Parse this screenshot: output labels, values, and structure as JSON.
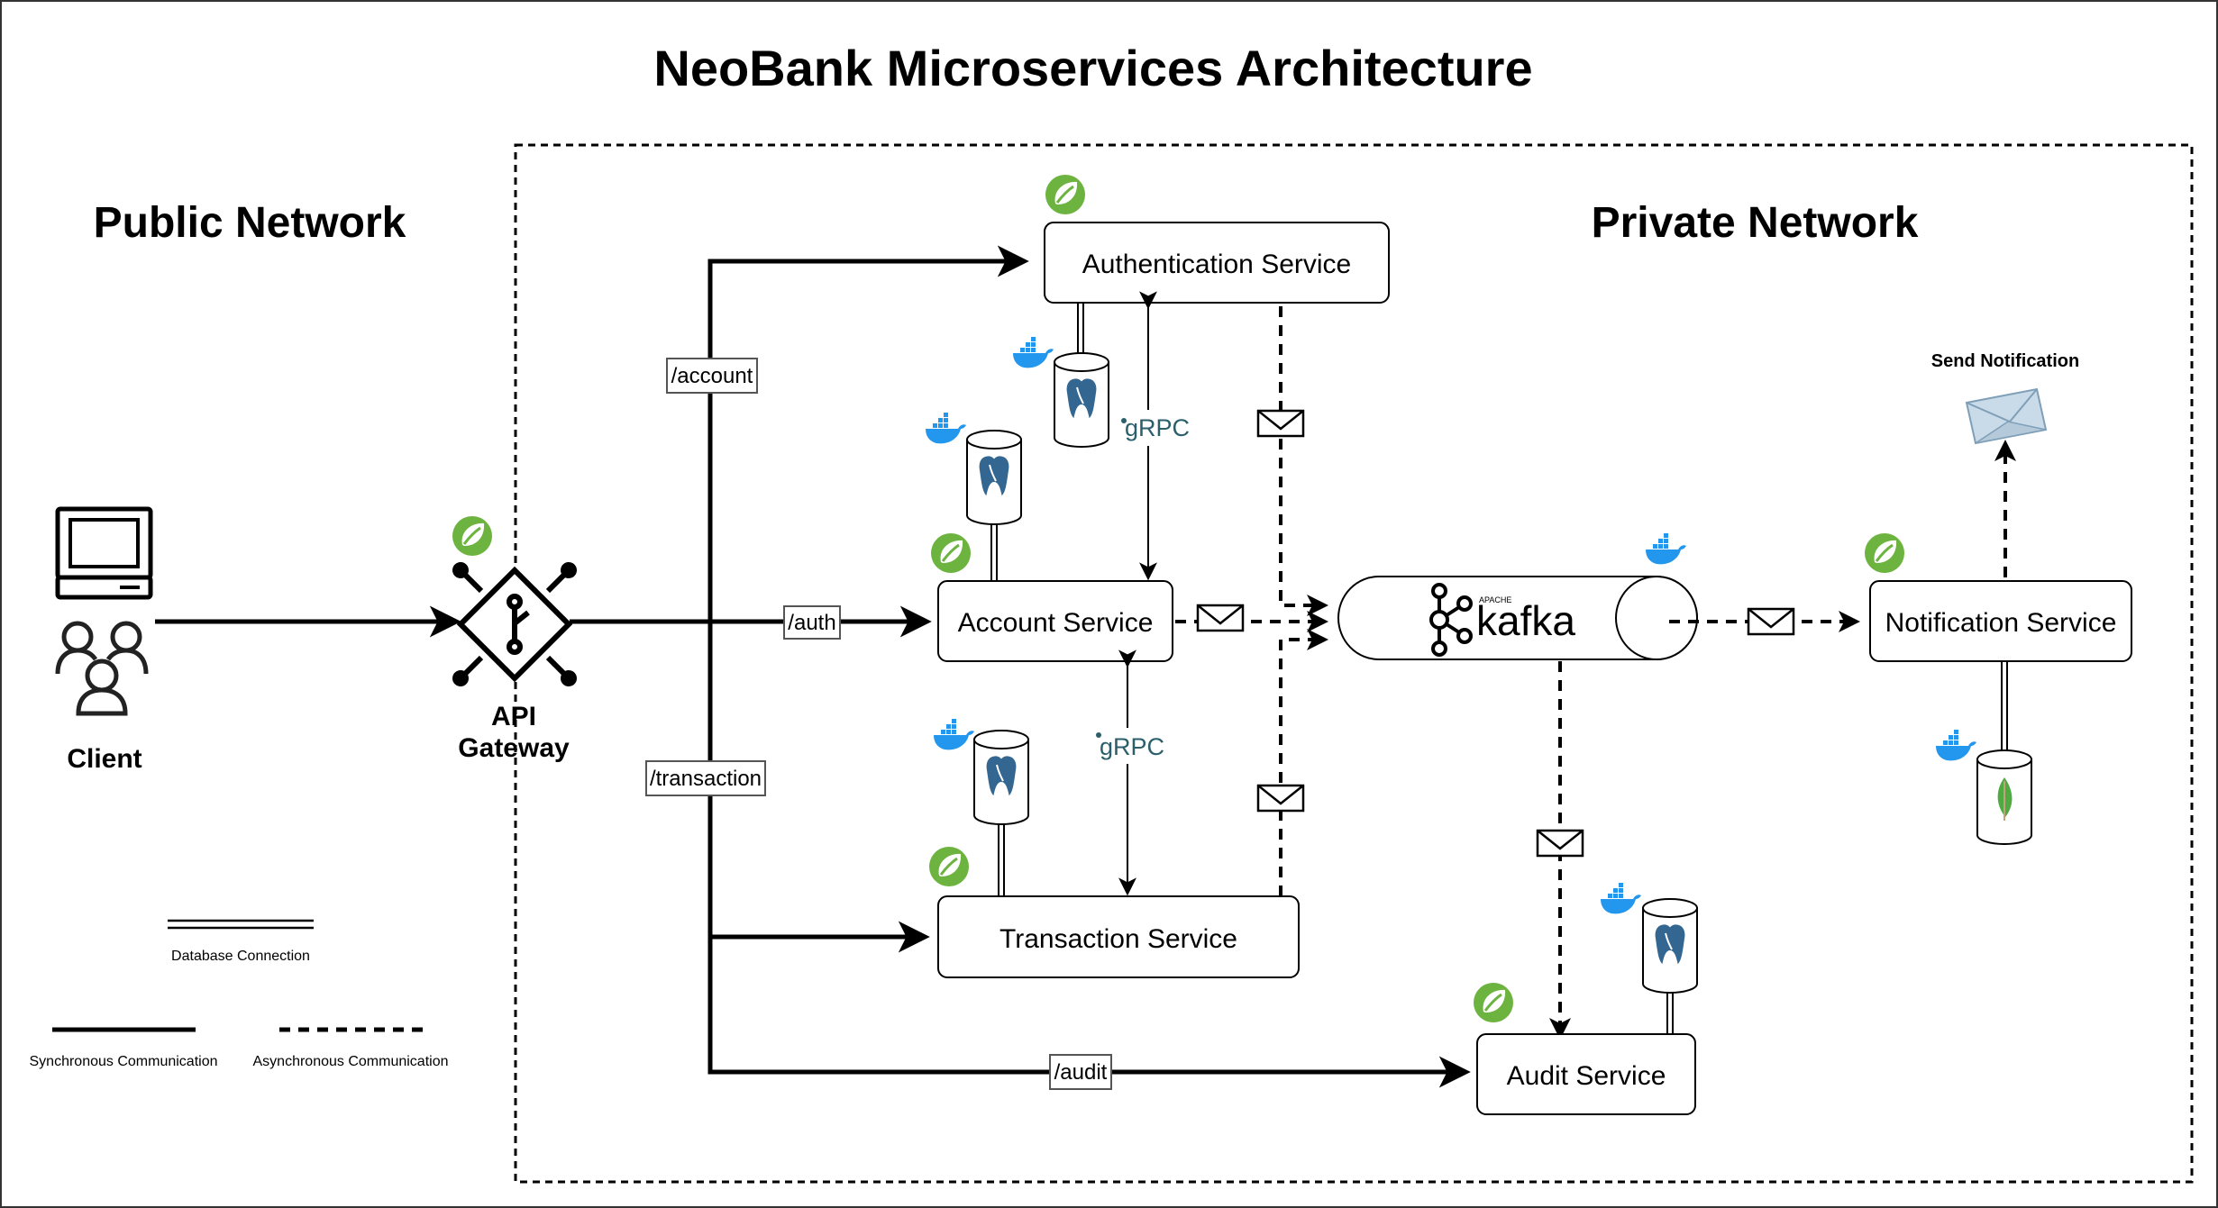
{
  "title": "NeoBank Microservices Architecture",
  "networks": {
    "public": "Public Network",
    "private": "Private Network"
  },
  "client": {
    "label": "Client"
  },
  "gateway": {
    "label_line1": "API",
    "label_line2": "Gateway"
  },
  "services": {
    "authentication": "Authentication Service",
    "account": "Account Service",
    "transaction": "Transaction Service",
    "notification": "Notification Service",
    "audit": "Audit Service"
  },
  "routes": {
    "account": "/account",
    "auth": "/auth",
    "transaction": "/transaction",
    "audit": "/audit"
  },
  "grpc_label": "gRPC",
  "kafka": {
    "apache": "APACHE",
    "name": "kafka"
  },
  "send_notification": "Send Notification",
  "legend": {
    "database": "Database Connection",
    "sync": "Synchronous Communication",
    "async": "Asynchronous Communication"
  },
  "colors": {
    "spring": "#6db33f",
    "docker": "#2396ed",
    "postgres": "#336791",
    "mongo": "#4faa41",
    "grpc": "#2a5f6b"
  },
  "icons": [
    "laptop-icon",
    "users-icon",
    "spring-icon",
    "docker-icon",
    "postgres-icon",
    "mongodb-icon",
    "envelope-icon",
    "kafka-icon",
    "gateway-icon"
  ]
}
